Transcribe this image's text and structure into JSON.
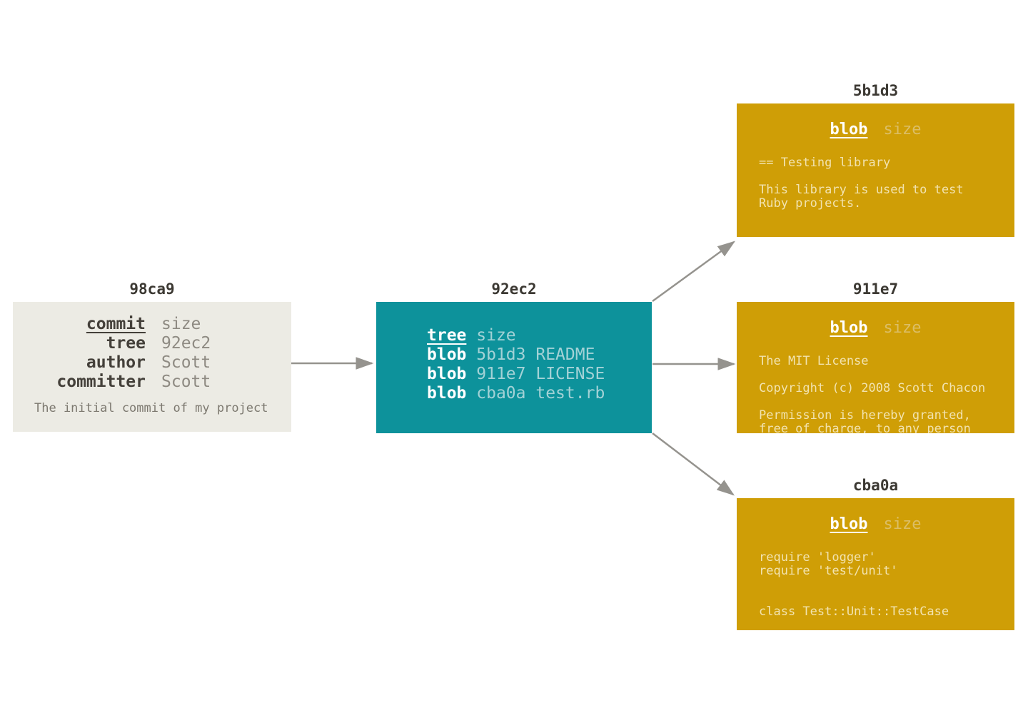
{
  "colors": {
    "commit_box_bg": "#ECEBE4",
    "tree_box_bg": "#0D929B",
    "blob_box_bg": "#CF9E06",
    "arrow": "#95938E",
    "label_text": "#3C3933",
    "commit_key_text": "#44403A",
    "commit_value_text": "#8E8A82",
    "tree_value_text": "#A3D2D6",
    "blob_size_text": "#DCBE66",
    "blob_body_text": "#F2E3B0"
  },
  "commit": {
    "label": "98ca9",
    "rows": [
      {
        "key": "commit",
        "value": "size"
      },
      {
        "key": "tree",
        "value": "92ec2"
      },
      {
        "key": "author",
        "value": "Scott"
      },
      {
        "key": "committer",
        "value": "Scott"
      }
    ],
    "description": "The initial commit of my project"
  },
  "tree": {
    "label": "92ec2",
    "header_key": "tree",
    "header_value": "size",
    "entries": [
      {
        "type": "blob",
        "hash": "5b1d3",
        "name": "README"
      },
      {
        "type": "blob",
        "hash": "911e7",
        "name": "LICENSE"
      },
      {
        "type": "blob",
        "hash": "cba0a",
        "name": "test.rb"
      }
    ]
  },
  "blobs": [
    {
      "label": "5b1d3",
      "header_key": "blob",
      "header_value": "size",
      "lines": [
        "== Testing library",
        "",
        "This library is used to test",
        "Ruby projects."
      ]
    },
    {
      "label": "911e7",
      "header_key": "blob",
      "header_value": "size",
      "lines": [
        "The MIT License",
        "",
        "Copyright (c) 2008 Scott Chacon",
        "",
        "Permission is hereby granted,",
        "free of charge, to any person"
      ]
    },
    {
      "label": "cba0a",
      "header_key": "blob",
      "header_value": "size",
      "lines": [
        "require 'logger'",
        "require 'test/unit'",
        "",
        "",
        "class Test::Unit::TestCase"
      ]
    }
  ]
}
